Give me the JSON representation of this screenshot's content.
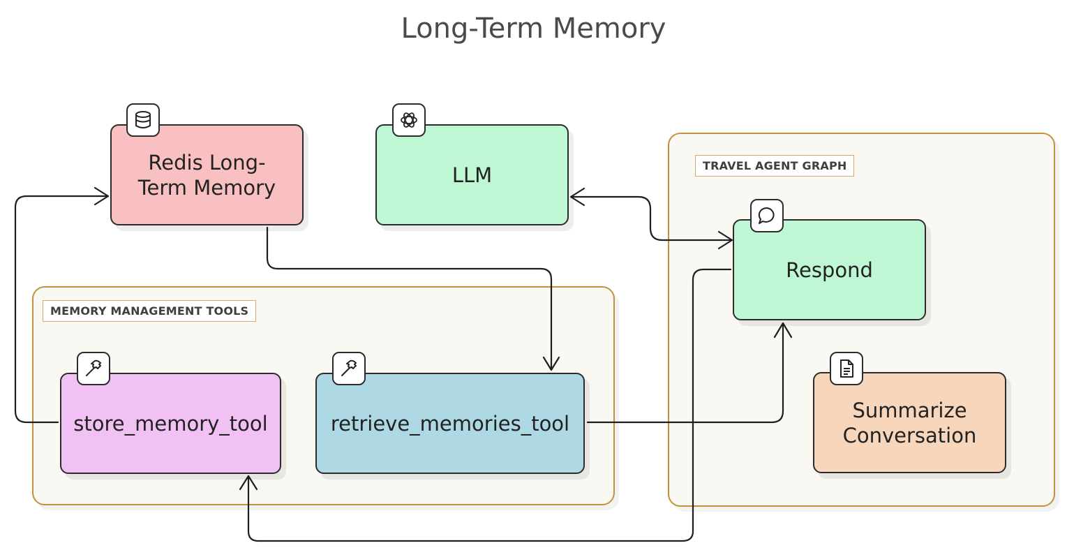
{
  "title": "Long-Term Memory",
  "groups": {
    "memory_tools": {
      "label": "MEMORY MANAGEMENT  TOOLS"
    },
    "travel_agent": {
      "label": "TRAVEL AGENT GRAPH"
    }
  },
  "nodes": {
    "redis": {
      "label": "Redis Long-\nTerm Memory",
      "color": "#f8c0c0",
      "icon": "database-icon"
    },
    "llm": {
      "label": "LLM",
      "color": "#bff6d3",
      "icon": "openai-icon"
    },
    "respond": {
      "label": "Respond",
      "color": "#bff6d3",
      "icon": "message-bubble-icon"
    },
    "summarize": {
      "label": "Summarize\nConversation",
      "color": "#f7d6bc",
      "icon": "document-icon"
    },
    "store_tool": {
      "label": "store_memory_tool",
      "color": "#f1c1f4",
      "icon": "hammer-icon"
    },
    "retrieve_tool": {
      "label": "retrieve_memories_tool",
      "color": "#add8e4",
      "icon": "hammer-icon"
    }
  },
  "edges": [
    {
      "from": "redis",
      "to": "retrieve_tool"
    },
    {
      "from": "store_tool",
      "to": "redis"
    },
    {
      "from": "llm",
      "to": "respond",
      "bidirectional": true
    },
    {
      "from": "retrieve_tool",
      "to": "respond"
    },
    {
      "from": "respond",
      "to": "store_tool"
    }
  ]
}
